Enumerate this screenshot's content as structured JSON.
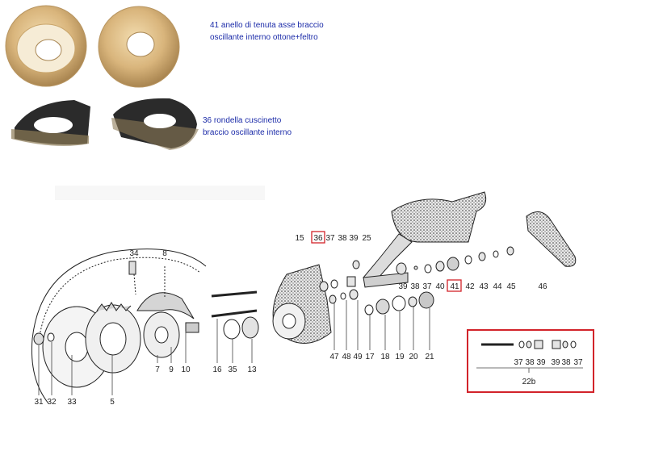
{
  "captions": {
    "part41": [
      "41 anello di tenuta asse braccio",
      "oscillante interno  ottone+feltro"
    ],
    "part36": [
      "36 rondella cuscinetto",
      "braccio oscillante interno"
    ]
  },
  "diagram": {
    "labels_top": [
      "34",
      "8",
      "15",
      "36",
      "37",
      "38",
      "39",
      "25"
    ],
    "labels_right_row": [
      "39",
      "38",
      "37",
      "40",
      "41",
      "42",
      "43",
      "44",
      "45",
      "46"
    ],
    "labels_bottom": [
      "7",
      "9",
      "10",
      "16",
      "35",
      "13",
      "47",
      "48",
      "49",
      "17",
      "18",
      "19",
      "20",
      "21",
      "31",
      "32",
      "33",
      "5"
    ],
    "inset": {
      "labels": [
        "37",
        "38",
        "39",
        "39",
        "38",
        "37"
      ],
      "group": "22b"
    },
    "highlighted": [
      "36",
      "41",
      "22b"
    ],
    "highlight_color": "#d2232a"
  }
}
